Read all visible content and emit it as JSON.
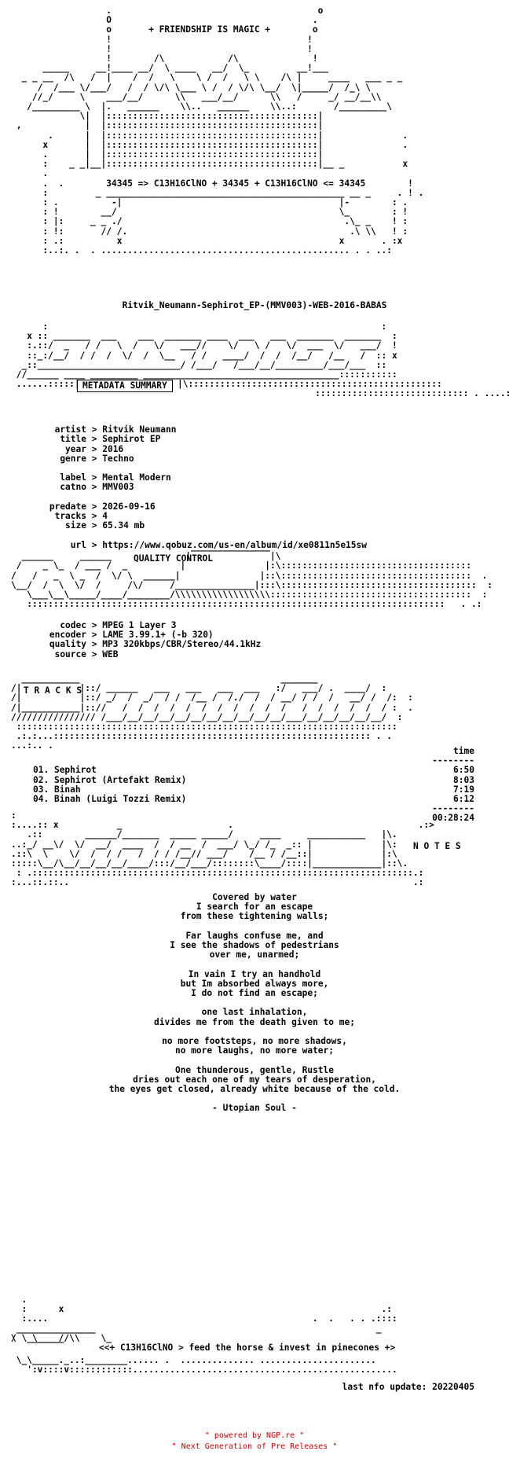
{
  "logo": {
    "art": "                  .                                       o\n                  O                                      .\n                  o       + FRIENDSHIP IS MAGIC +        o\n                  !                                     !\n                  !                                     !\n                  !        /\\            /\\              !\n      _____     __!____ __/  \\ ____   __/  \\_         __!___\n  _ _ __  /\\   /  |    /  /   \\    \\ /  /   \\ \\    /\\ |     ____   ___ _ _\n     /  /___ \\/___/   /  / \\/\\ \\___ \\ /  / \\/\\ \\__/  \\|_____/  /_\\ \\\n    //_/     \\    ___/__/      \\\\   ___/__/      \\\\   /     _/ __/__\\\\\n   /_________ \\  |.   ______    \\\\..   ______    \\\\..:       /_________\\\n             \\|  |::::::::::::::::::::::::::::::::::::::::|\n ,            |  |::::::::::::::::::::::::::::::::::::::::|\n       .      |  |::::::::::::::::::::::::::::::::::::::::|               .\n      x       |  |::::::::::::::::::::::::::::::::::::::::|               .\n      .       |  |::::::::::::::::::::::::::::::::::::::::|\n      :    _ _|__|::::::::::::::::::::::::::::::::::::::::|__ _           x\n      .\n      .  .        34345 => C13H16ClNO + 34345 + C13H16ClNO <= 34345        !\n      :         _ _____________________________________________ __ _     . ! .\n      : .          -|                                         |-        : .\n      : !        __/                                          \\_        : !\n      : |:     _ _ ./                                          .\\_ _    ! :\n      : !:       // /.                                          .\\ \\\\   ! :\n      : .:          x                                         x       . :x\n      :..:. .  . ............................................... . . ..:\n"
  },
  "release_name": "Ritvik_Neumann-Sephirot_EP-(MMV003)-WEB-2016-BABAS",
  "metadata": {
    "art_top": "      :                                                               :\n   x :: _______  ___    ___  _______ ____  ___   ___  _______  _______  :\n   :.::/  _   / /   \\  /   \\/   ___//    \\/   \\ /   \\/  ___  \\/   ___/  !\n   ::_:/__/  / /  /  \\/  /  \\__   / /   ____/  /  /  /__/   /__   /  :: x\n  _::___________________________/ /___/   /___/__/_________/___/___  ::\n //______ ____ _________ _____________________________________:::::::::::\n",
    "heading": "METADATA SUMMARY",
    "fields": [
      {
        "key": "artist",
        "value": "Ritvik Neumann"
      },
      {
        "key": "title",
        "value": "Sephirot EP"
      },
      {
        "key": "year",
        "value": "2016"
      },
      {
        "key": "genre",
        "value": "Techno"
      },
      {
        "key": "",
        "value": ""
      },
      {
        "key": "label",
        "value": "Mental Modern"
      },
      {
        "key": "catno",
        "value": "MMV003"
      },
      {
        "key": "",
        "value": ""
      },
      {
        "key": "predate",
        "value": "2026-09-16"
      },
      {
        "key": "tracks",
        "value": "4"
      },
      {
        "key": "size",
        "value": "65.34 mb"
      },
      {
        "key": "",
        "value": ""
      },
      {
        "key": "url",
        "value": "https://www.qobuz.com/us-en/album/id/xe0811n5e15sw"
      }
    ]
  },
  "quality": {
    "heading": "QUALITY CONTROL",
    "fields": [
      {
        "key": "codec",
        "value": "MPEG 1 Layer 3"
      },
      {
        "key": "encoder",
        "value": "LAME 3.99.1+ (-b 320)"
      },
      {
        "key": "quality",
        "value": "MP3 320kbps/CBR/Stereo/44.1kHz"
      },
      {
        "key": "source",
        "value": "WEB"
      }
    ]
  },
  "tracks": {
    "heading": "T R A C K S",
    "time_header": "time",
    "items": [
      {
        "num": "01.",
        "title": "Sephirot",
        "time": "6:50"
      },
      {
        "num": "02.",
        "title": "Sephirot (Artefakt Remix)",
        "time": "8:03"
      },
      {
        "num": "03.",
        "title": "Binah",
        "time": "7:19"
      },
      {
        "num": "04.",
        "title": "Binah (Luigi Tozzi Remix)",
        "time": "6:12"
      }
    ],
    "total": "00:28:24"
  },
  "notes": {
    "heading": "N O T E S",
    "poem": [
      "Covered by water",
      "I search for an escape",
      "from these tightening walls;",
      "",
      "Far laughs confuse me, and",
      "I see the shadows of pedestrians",
      "over me, unarmed;",
      "",
      "In vain I try an handhold",
      "but Im absorbed always more,",
      "I do not find an escape;",
      "",
      "one last inhalation,",
      "divides me from the death given to me;",
      "",
      "no more footsteps, no more shadows,",
      "no more laughs, no more water;",
      "",
      "One thunderous, gentle, Rustle",
      "dries out each one of my tears of desperation,",
      "the eyes get closed, already white because of the cold.",
      "",
      "- Utopian Soul -"
    ]
  },
  "footer": {
    "tagline": "<<+ C13H16ClNO > feed the horse & invest in pinecones +>",
    "last_update": "last nfo update: 20220405",
    "powered": "\" powered by NGP.re \"",
    "next_gen": "\" Next Generation of Pre Releases \""
  }
}
